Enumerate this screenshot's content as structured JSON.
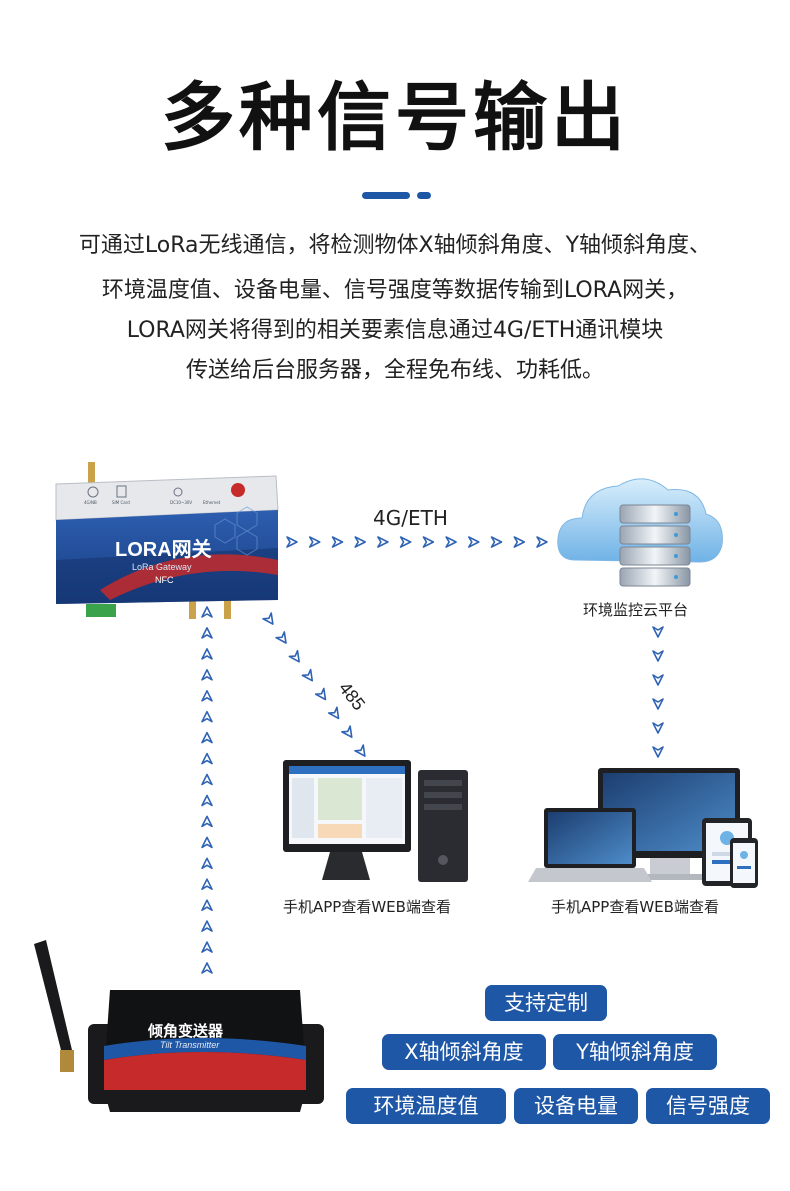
{
  "header": {
    "title": "多种信号输出"
  },
  "description": {
    "lines": [
      "可通过LoRa无线通信，将检测物体X轴倾斜角度、Y轴倾斜角度、",
      "环境温度值、设备电量、信号强度等数据传输到LORA网关，",
      "LORA网关将得到的相关要素信息通过4G/ETH通讯模块",
      "传送给后台服务器，全程免布线、功耗低。"
    ]
  },
  "diagram": {
    "gateway": {
      "title": "LORA网关",
      "subtitle": "LoRa Gateway",
      "nfc": "NFC",
      "top_labels": [
        "4G/NB",
        "SIM Card",
        "DC10~30V",
        "Ethernet"
      ]
    },
    "link_4g_label": "4G/ETH",
    "link_485_label": "485",
    "cloud_label": "环境监控云平台",
    "pc_label": "手机APP查看WEB端查看",
    "devices_label": "手机APP查看WEB端查看",
    "sensor": {
      "title": "倾角变送器",
      "subtitle": "Tilt Transmitter"
    }
  },
  "features": {
    "heading": "支持定制",
    "row1": [
      "X轴倾斜角度",
      "Y轴倾斜角度"
    ],
    "row2": [
      "环境温度值",
      "设备电量",
      "信号强度"
    ]
  },
  "colors": {
    "accent": "#1f57a7",
    "arrow": "#2f63b4"
  }
}
